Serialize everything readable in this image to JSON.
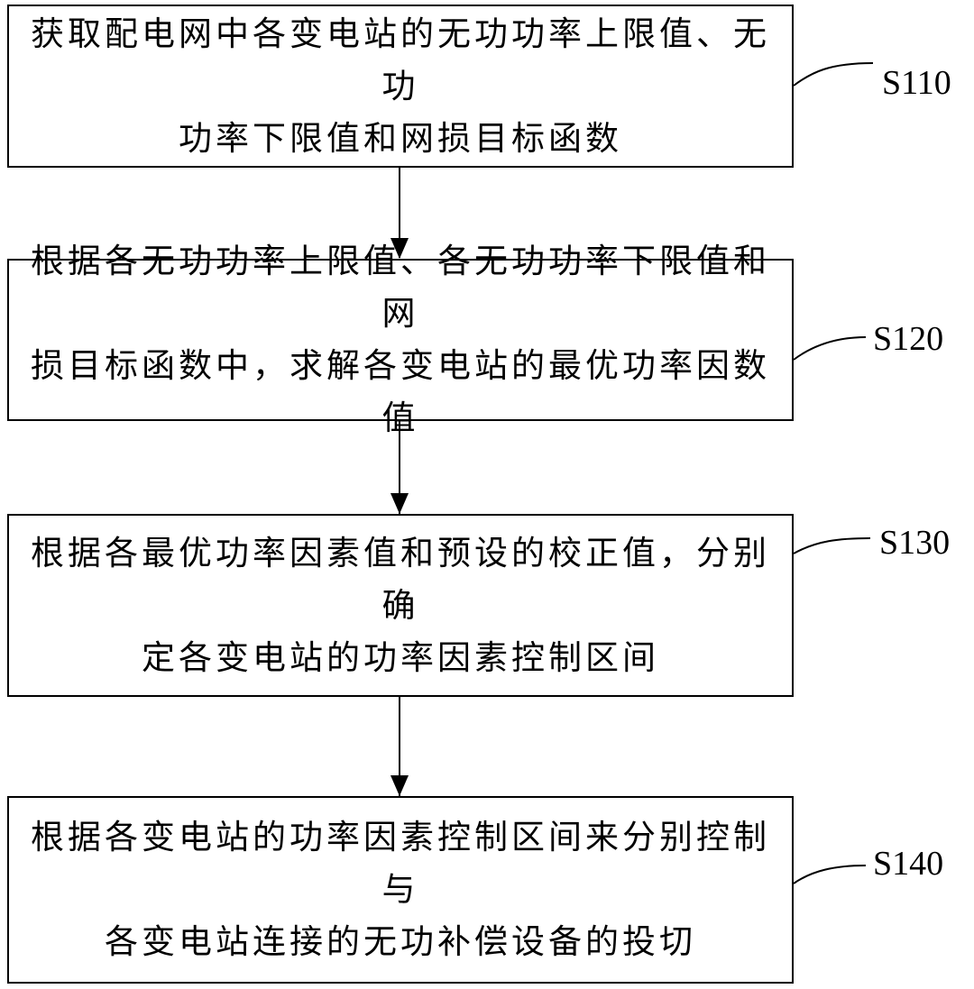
{
  "steps": [
    {
      "label": "S110",
      "lines": [
        "获取配电网中各变电站的无功功率上限值、无功",
        "功率下限值和网损目标函数"
      ]
    },
    {
      "label": "S120",
      "lines": [
        "根据各无功功率上限值、各无功功率下限值和网",
        "损目标函数中，求解各变电站的最优功率因数值"
      ]
    },
    {
      "label": "S130",
      "lines": [
        "根据各最优功率因素值和预设的校正值，分别确",
        "定各变电站的功率因素控制区间"
      ]
    },
    {
      "label": "S140",
      "lines": [
        "根据各变电站的功率因素控制区间来分别控制与",
        "各变电站连接的无功补偿设备的投切"
      ]
    }
  ]
}
